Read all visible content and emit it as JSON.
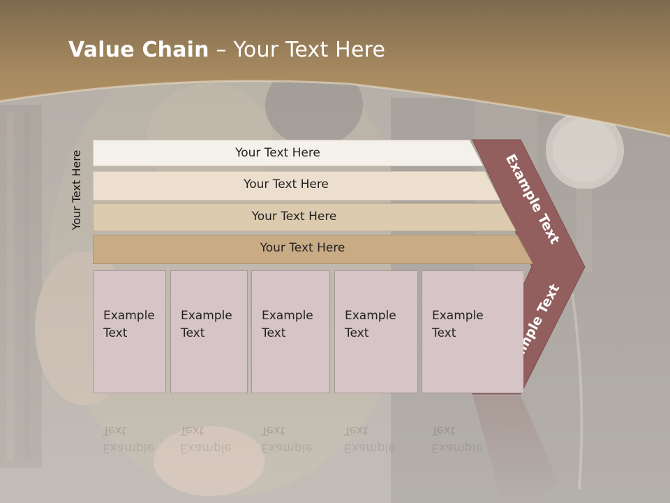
{
  "slide": {
    "title_bold": "Value Chain",
    "title_rest": " – Your Text Here",
    "vertical_label": "Your Text Here",
    "bars": [
      {
        "label": "Your Text Here",
        "color": "#f4f0ea"
      },
      {
        "label": "Your Text Here",
        "color": "#ecdfcd"
      },
      {
        "label": "Your Text Here",
        "color": "#ddcbb0"
      },
      {
        "label": "Your Text Here",
        "color": "#c9ac85"
      }
    ],
    "cards": [
      {
        "line1": "Example",
        "line2": "Text"
      },
      {
        "line1": "Example",
        "line2": "Text"
      },
      {
        "line1": "Example",
        "line2": "Text"
      },
      {
        "line1": "Example",
        "line2": "Text"
      },
      {
        "line1": "Example",
        "line2": "Text"
      }
    ],
    "chevron_top_label": "Example Text",
    "chevron_bottom_label": "Example Text",
    "colors": {
      "header": "#b49062",
      "chevron": "#925f5e",
      "card": "#d6c4c6"
    }
  }
}
